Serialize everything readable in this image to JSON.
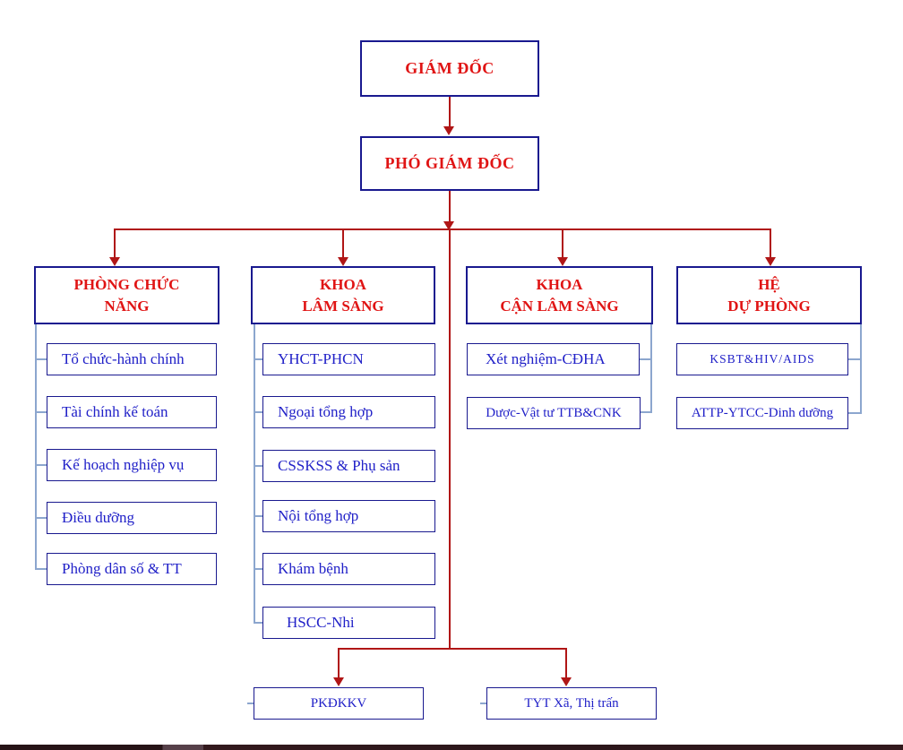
{
  "colors": {
    "red_text": "#e01414",
    "red_line": "#b01616",
    "navy_border": "#19198f",
    "blue_text": "#2121c8",
    "light_blue_line": "#8ca6ce"
  },
  "org": {
    "director": "GIÁM ĐỐC",
    "deputy_director": "PHÓ GIÁM ĐỐC",
    "columns": [
      {
        "header": "PHÒNG CHỨC\nNĂNG",
        "items": [
          "Tổ chức-hành chính",
          "Tài chính kế toán",
          "Kế hoạch nghiệp vụ",
          "Điều dưỡng",
          "Phòng dân số & TT"
        ]
      },
      {
        "header": "KHOA\nLÂM SÀNG",
        "items": [
          "YHCT-PHCN",
          "Ngoại tổng hợp",
          "CSSKSS & Phụ sản",
          "Nội tổng hợp",
          "Khám bệnh",
          "HSCC-Nhi"
        ]
      },
      {
        "header": "KHOA\nCẬN LÂM SÀNG",
        "items": [
          "Xét nghiệm-CĐHA",
          "Dược-Vật tư TTB&CNK"
        ]
      },
      {
        "header": "HỆ\nDỰ PHÒNG",
        "items": [
          "KSBT&HIV/AIDS",
          "ATTP-YTCC-Dinh dưỡng"
        ]
      }
    ],
    "bottom_units": [
      "PKĐKKV",
      "TYT Xã, Thị trấn"
    ]
  }
}
